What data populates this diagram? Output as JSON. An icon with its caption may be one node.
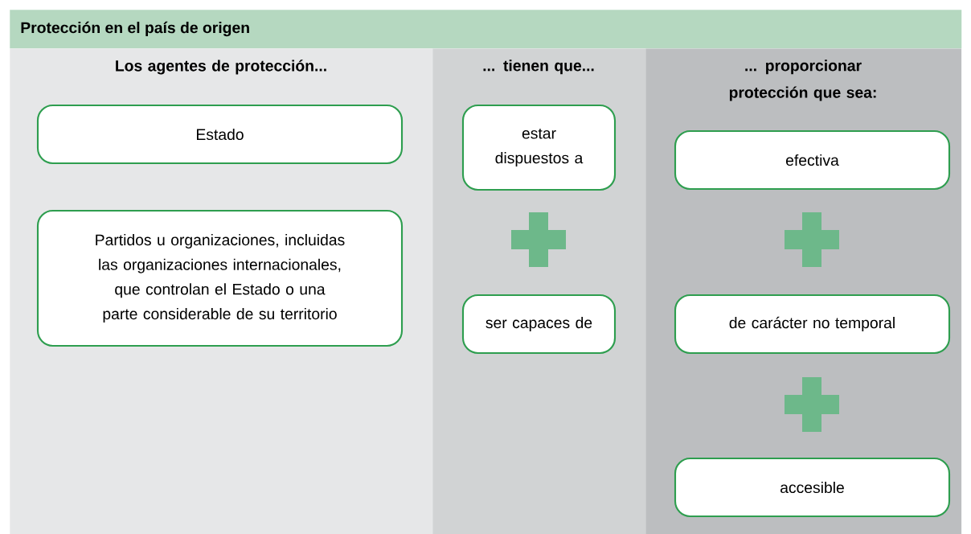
{
  "diagram": {
    "nodes": [
      {
        "text": [
          "Protección en el país de origen"
        ]
      },
      {
        "text": [
          "Los agentes de protección..."
        ]
      },
      {
        "text": [
          "Estado"
        ],
        "in": 1
      },
      {
        "text": [
          "Partidos u organizaciones, incluidas las organizaciones internacionales, que controlan el Estado o una parte considerable de su territorio"
        ],
        "in": 1
      },
      {
        "text": [
          "... tienen que..."
        ]
      },
      {
        "text": [
          "estar dispuestos a"
        ],
        "in": 4
      },
      {
        "text": [
          "ser capaces de"
        ],
        "in": 4
      },
      {
        "text": [
          "... proporcionar protección que sea:"
        ]
      },
      {
        "text": [
          "efectiva"
        ],
        "in": 7
      },
      {
        "text": [
          "de carácter no temporal"
        ],
        "in": 7
      },
      {
        "text": [
          "accesible"
        ],
        "in": 7
      }
    ]
  }
}
